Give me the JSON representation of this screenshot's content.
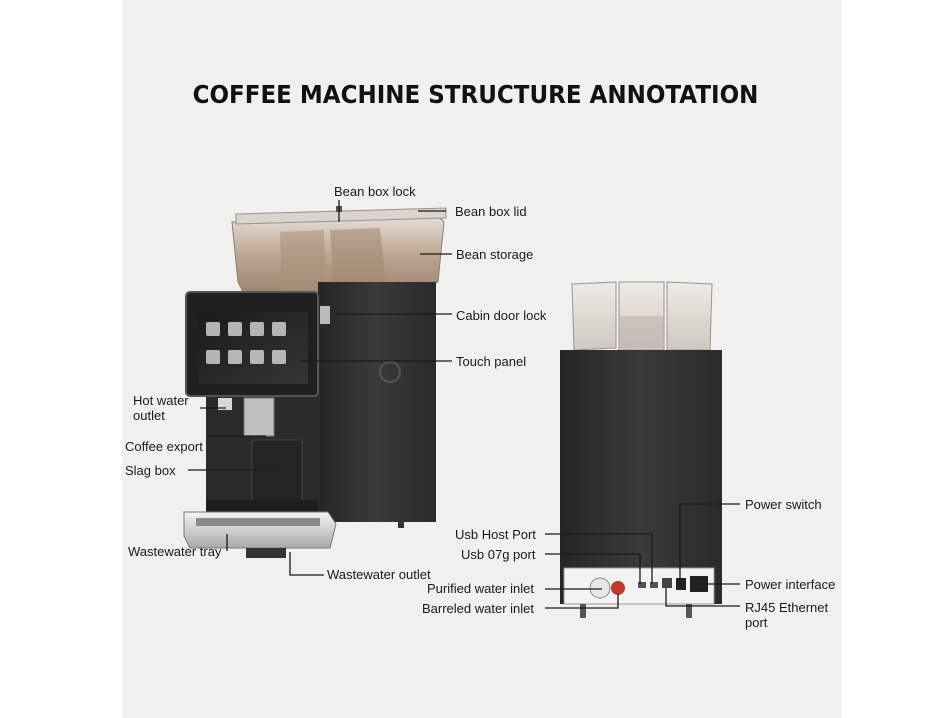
{
  "title": "COFFEE MACHINE STRUCTURE ANNOTATION",
  "colors": {
    "background": "#f0f0f0",
    "machine_body": "#2f2f2f",
    "bean_hopper": "#c9b7a4",
    "drip_tray": "#c8c8c8"
  },
  "front_labels": {
    "bean_box_lock": "Bean box lock",
    "bean_box_lid": "Bean box lid",
    "bean_storage": "Bean storage",
    "cabin_door_lock": "Cabin door lock",
    "touch_panel": "Touch panel",
    "hot_water_outlet": "Hot water outlet",
    "coffee_export": "Coffee export",
    "slag_box": "Slag box",
    "wastewater_tray": "Wastewater tray",
    "wastewater_outlet": "Wastewater outlet"
  },
  "rear_labels": {
    "power_switch": "Power switch",
    "usb_host_port": "Usb Host Port",
    "usb_07g_port": "Usb 07g port",
    "power_interface": "Power interface",
    "purified_water_inlet": "Purified water inlet",
    "barreled_water_inlet": "Barreled water inlet",
    "rj45_ethernet_port": "RJ45 Ethernet port"
  }
}
